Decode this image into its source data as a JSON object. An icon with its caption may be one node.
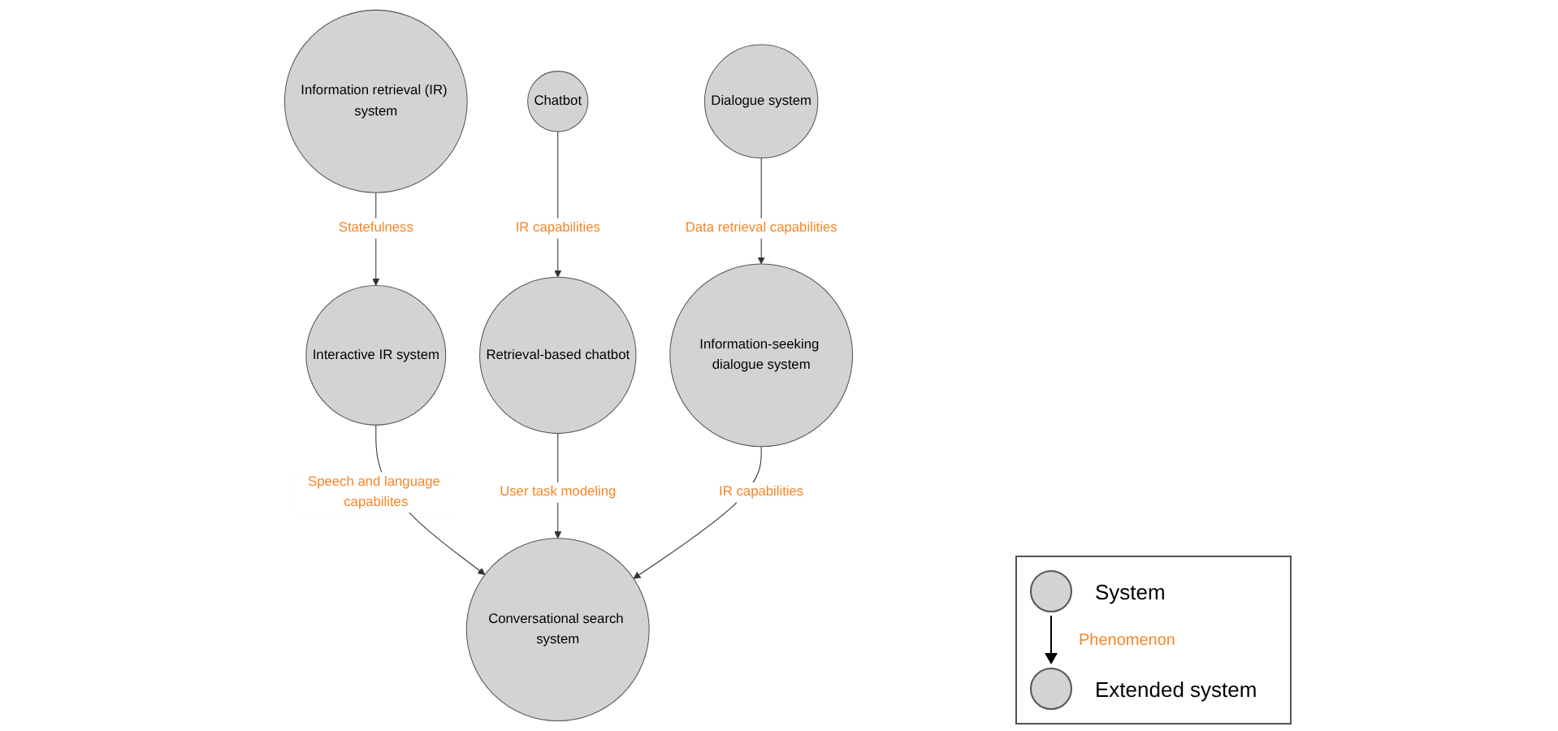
{
  "diagram": {
    "nodes": [
      {
        "text": [
          "Information retrieval (IR) system"
        ]
      },
      {
        "text": [
          "Chatbot"
        ]
      },
      {
        "text": [
          "Dialogue system"
        ]
      },
      {
        "text": [
          "Interactive IR system"
        ]
      },
      {
        "text": [
          "Retrieval-based chatbot"
        ]
      },
      {
        "text": [
          "Information-seeking dialogue system"
        ]
      },
      {
        "text": [
          "Conversational search system"
        ]
      }
    ],
    "edges": [
      {
        "from": 0,
        "to": 3,
        "arrow": "to",
        "label": "Statefulness"
      },
      {
        "from": 1,
        "to": 4,
        "arrow": "to",
        "label": "IR capabilities"
      },
      {
        "from": 2,
        "to": 5,
        "arrow": "to",
        "label": "Data retrieval capabilities"
      },
      {
        "from": 3,
        "to": 6,
        "arrow": "to",
        "label": "Speech and language capabilites"
      },
      {
        "from": 4,
        "to": 6,
        "arrow": "to",
        "label": "User task modeling"
      },
      {
        "from": 5,
        "to": 6,
        "arrow": "to",
        "label": "IR capabilities"
      }
    ],
    "legend": [
      {
        "text": "System"
      },
      {
        "text": "Phenomenon"
      },
      {
        "text": "Extended system"
      }
    ]
  }
}
